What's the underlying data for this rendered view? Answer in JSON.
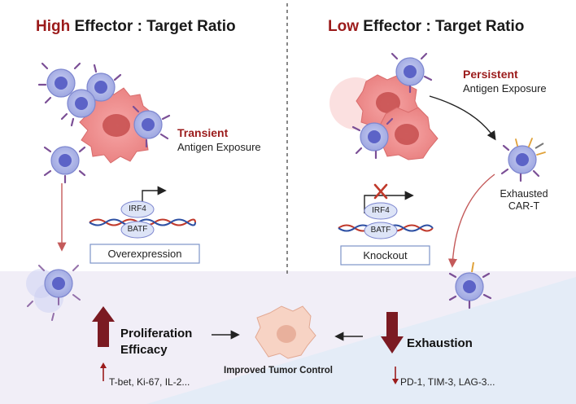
{
  "left_panel": {
    "heading_accent": "High",
    "heading_rest": "Effector : Target Ratio",
    "exposure_key": "Transient",
    "exposure_rest": "Antigen Exposure",
    "genes": [
      "IRF4",
      "BATF"
    ],
    "box_label": "Overexpression"
  },
  "right_panel": {
    "heading_accent": "Low",
    "heading_rest": "Effector : Target Ratio",
    "exposure_key": "Persistent",
    "exposure_rest": "Antigen Exposure",
    "genes": [
      "IRF4",
      "BATF"
    ],
    "box_label": "Knockout",
    "cell_label_line1": "Exhausted",
    "cell_label_line2": "CAR-T"
  },
  "bottom": {
    "left_main_line1": "Proliferation",
    "left_main_line2": "Efficacy",
    "left_markers": "T-bet, Ki-67, IL-2...",
    "center_label": "Improved Tumor Control",
    "right_main": "Exhaustion",
    "right_markers": "PD-1, TIM-3, LAG-3..."
  },
  "colors": {
    "accent_red": "#9b1b1b",
    "car_t_blue": "#5c63c7",
    "tumor_pink": "#ef8b8b",
    "receptor_purple": "#7b4f96",
    "background_lavender": "#f1eef7",
    "background_blue": "#e4ecf7"
  }
}
